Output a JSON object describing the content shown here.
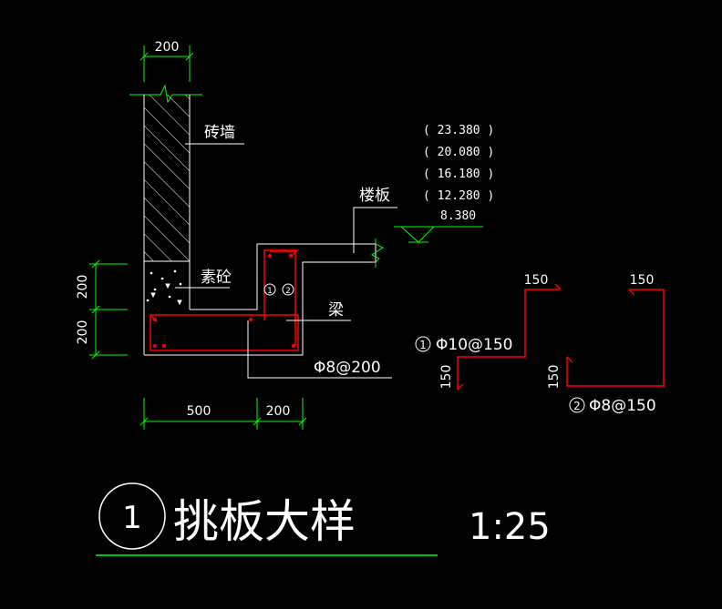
{
  "colors": {
    "background": "#000000",
    "dimension": "#00ff00",
    "outline": "#ffffff",
    "rebar": "#ff0000"
  },
  "dimensions": {
    "wall_width": "200",
    "base_height_upper": "200",
    "base_height_lower": "200",
    "bottom_left": "500",
    "bottom_right": "200"
  },
  "labels": {
    "brick_wall": "砖墙",
    "plain_concrete": "素砼",
    "floor_slab": "楼板",
    "beam": "梁",
    "bottom_rebar": "Φ8@200",
    "callout_1": "1",
    "callout_2": "2"
  },
  "elevations": [
    "( 23.380 )",
    "( 20.080 )",
    "( 16.180 )",
    "( 12.280 )",
    "8.380"
  ],
  "rebar_details": {
    "bar1": {
      "marker": "1",
      "spec": "Φ10@150",
      "top_length": "150",
      "bottom_length": "150"
    },
    "bar2": {
      "marker": "2",
      "spec": "Φ8@150",
      "top_length": "150",
      "bottom_length": "150"
    }
  },
  "title": {
    "number": "1",
    "text": "挑板大样",
    "scale": "1:25"
  }
}
